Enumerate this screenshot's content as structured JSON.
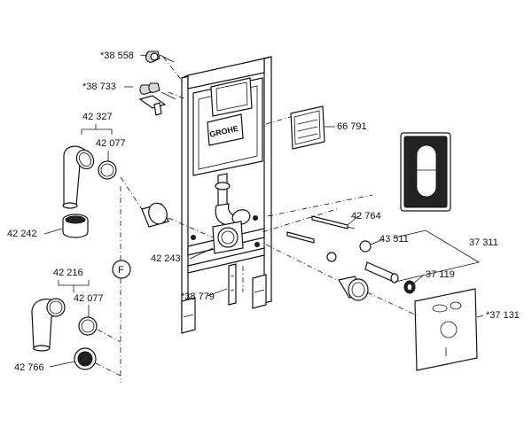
{
  "callouts": {
    "c_38558": "*38 558",
    "c_38733": "*38 733",
    "c_42327": "42 327",
    "c_42077_top": "42 077",
    "c_42242": "42 242",
    "c_66791": "66 791",
    "c_42764": "42 764",
    "c_43511": "43 511",
    "c_37311": "37 311",
    "c_37119": "37 119",
    "c_42243": "42 243",
    "c_42216": "42 216",
    "c_42077_bottom": "42 077",
    "c_38779": "*38 779",
    "c_37131": "*37 131",
    "c_42766": "42 766"
  },
  "frame": {
    "brand_logo": "GROHE"
  },
  "markers": {
    "f_marker": "F"
  }
}
